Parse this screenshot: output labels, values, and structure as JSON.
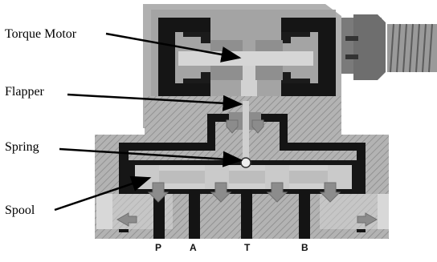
{
  "labels": {
    "torque_motor": "Torque Motor",
    "flapper": "Flapper",
    "spring": "Spring",
    "spool": "Spool"
  },
  "ports": {
    "p": "P",
    "a": "A",
    "t": "T",
    "b": "B"
  },
  "colors": {
    "body_gray": "#a9a9a9",
    "passage_black": "#141414",
    "light_gray": "#d6d6d6",
    "hatch": "#8a8a8a",
    "arrow_fill": "#8c8c8c"
  }
}
